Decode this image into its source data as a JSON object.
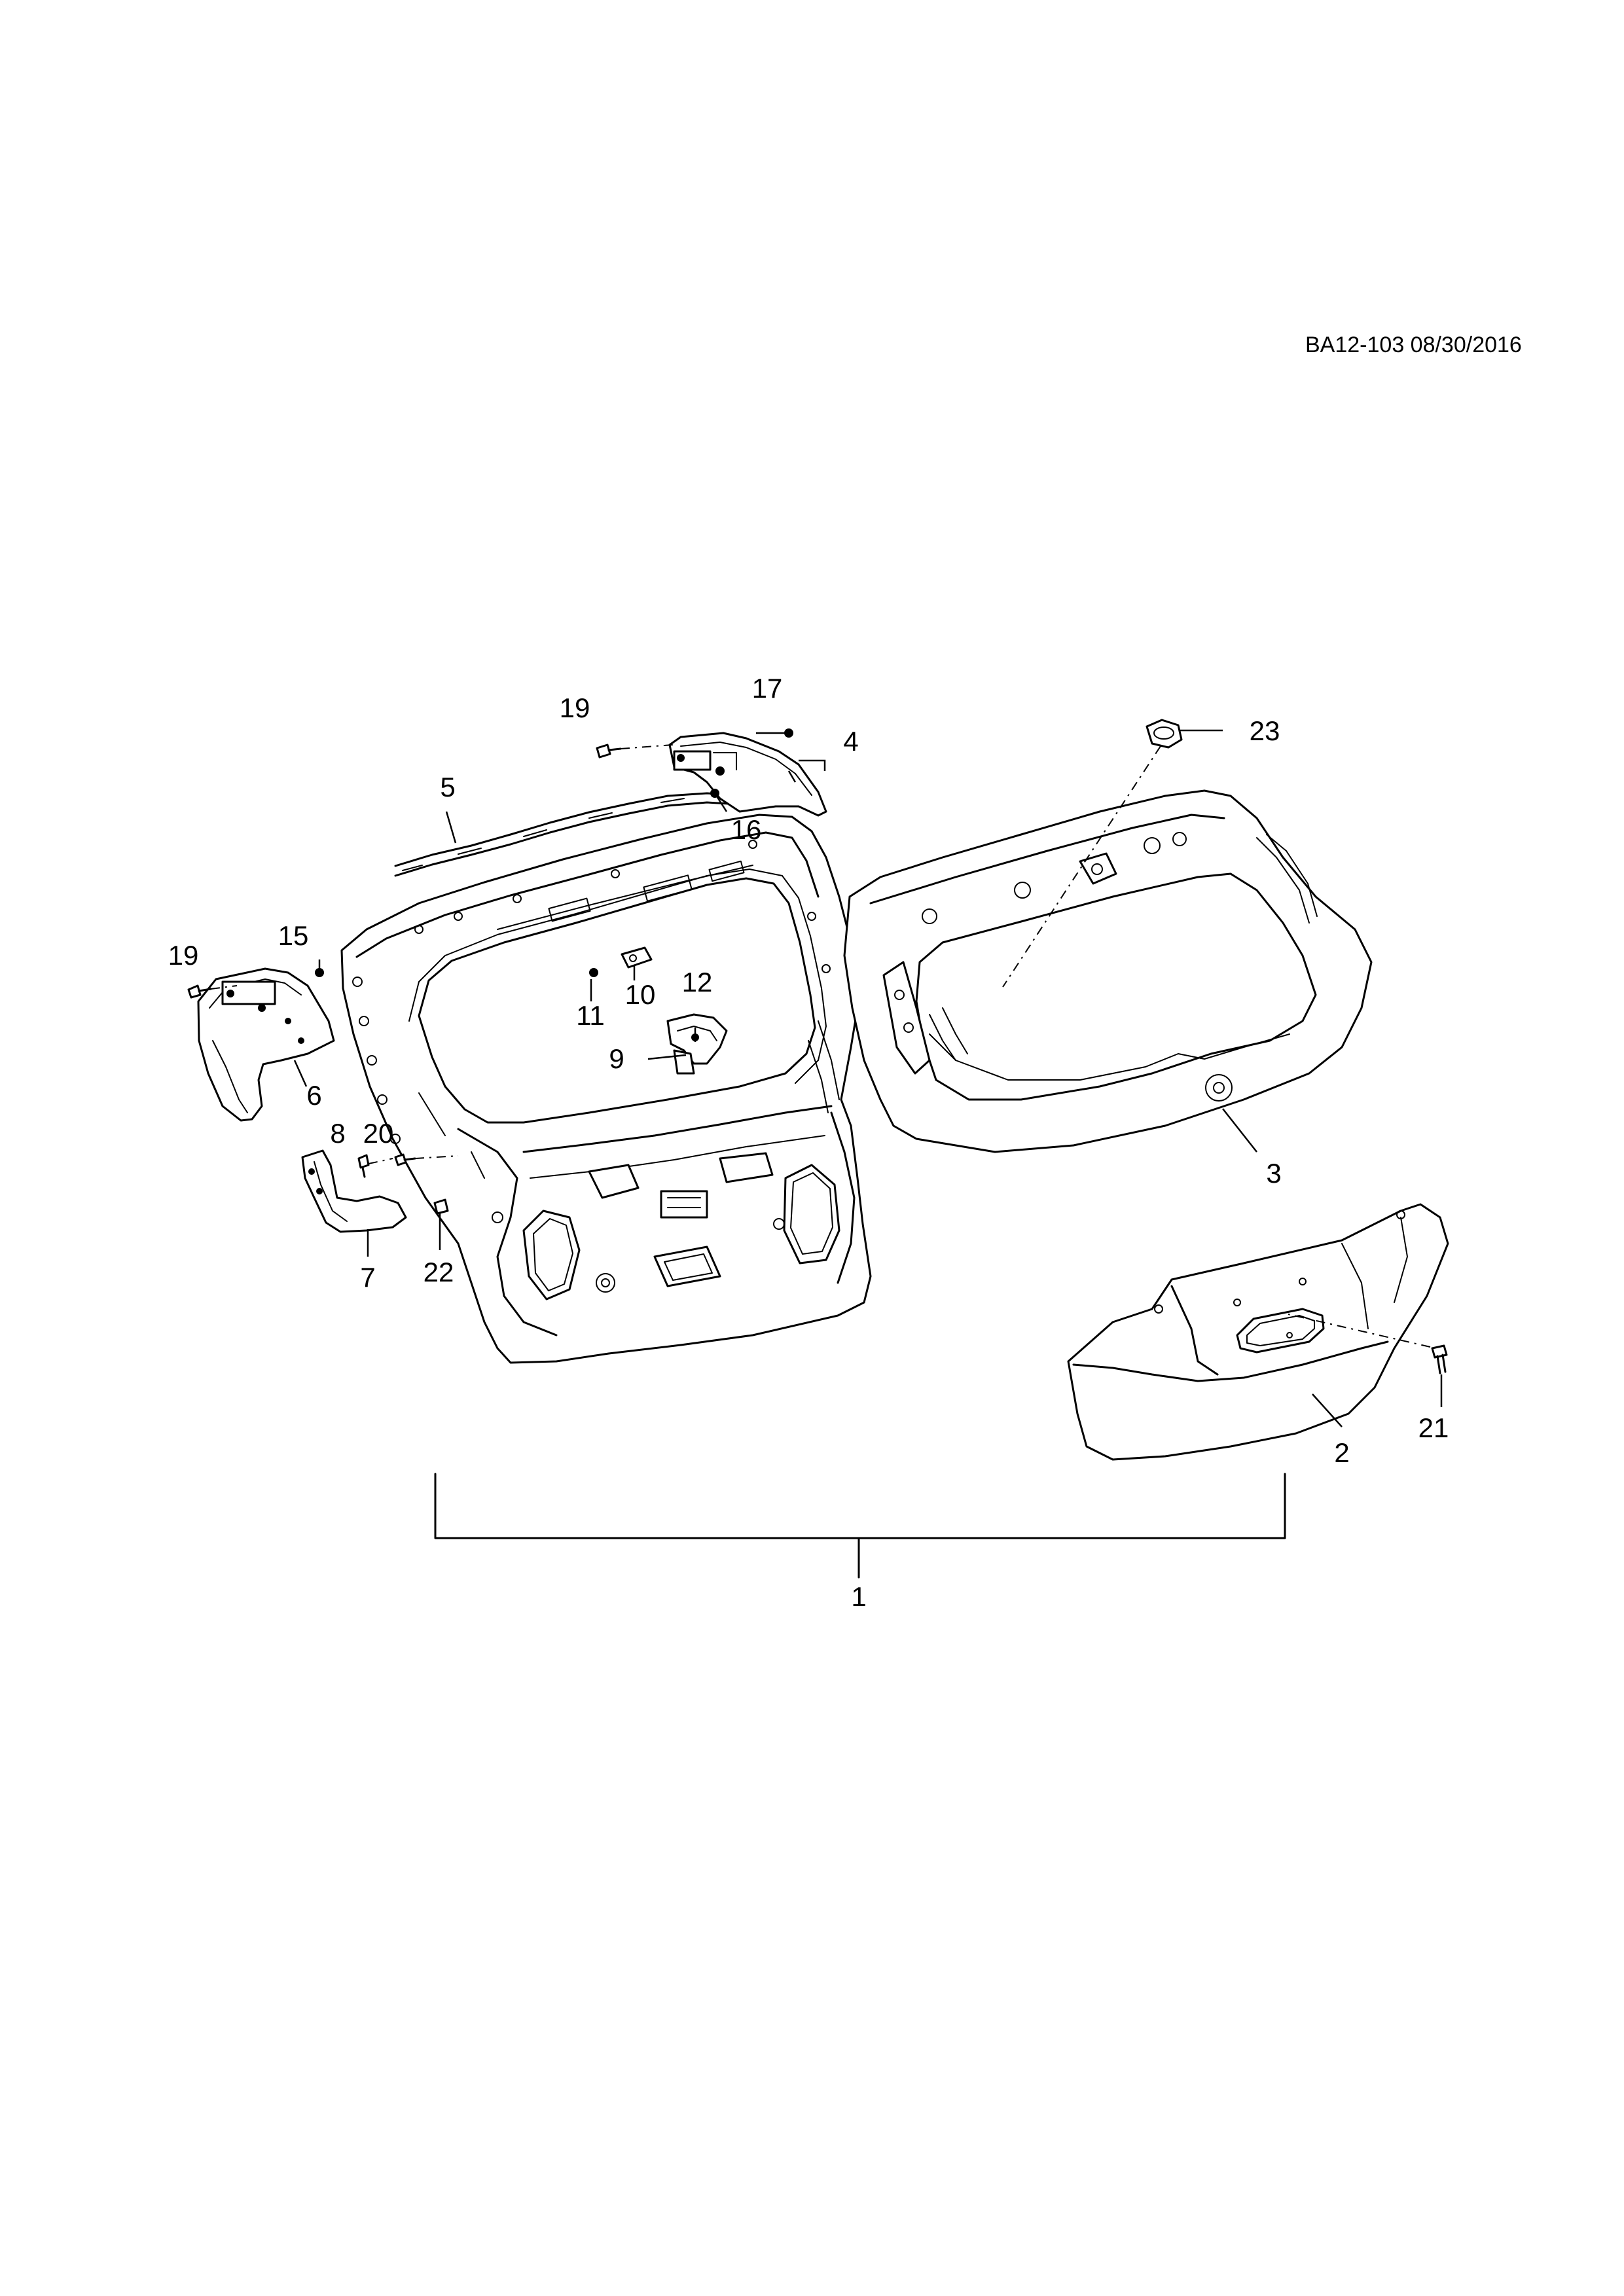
{
  "document": {
    "code": "BA12-103 08/30/2016"
  },
  "callouts": [
    {
      "id": "c1",
      "label": "1"
    },
    {
      "id": "c2",
      "label": "2"
    },
    {
      "id": "c3",
      "label": "3"
    },
    {
      "id": "c4",
      "label": "4"
    },
    {
      "id": "c5",
      "label": "5"
    },
    {
      "id": "c6",
      "label": "6"
    },
    {
      "id": "c7",
      "label": "7"
    },
    {
      "id": "c8",
      "label": "8"
    },
    {
      "id": "c9",
      "label": "9"
    },
    {
      "id": "c10",
      "label": "10"
    },
    {
      "id": "c11",
      "label": "11"
    },
    {
      "id": "c12",
      "label": "12"
    },
    {
      "id": "c15",
      "label": "15"
    },
    {
      "id": "c16",
      "label": "16"
    },
    {
      "id": "c17",
      "label": "17"
    },
    {
      "id": "c19a",
      "label": "19"
    },
    {
      "id": "c19b",
      "label": "19"
    },
    {
      "id": "c20",
      "label": "20"
    },
    {
      "id": "c21",
      "label": "21"
    },
    {
      "id": "c22",
      "label": "22"
    },
    {
      "id": "c23",
      "label": "23"
    }
  ]
}
